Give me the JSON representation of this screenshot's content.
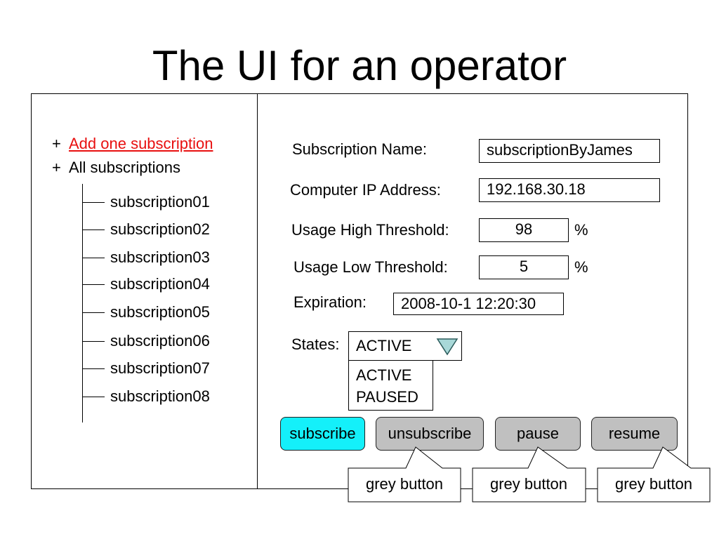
{
  "page": {
    "title": "The UI for an operator"
  },
  "tree": {
    "plus_symbol": "+",
    "add_link": "Add one subscription",
    "all_label": "All subscriptions",
    "items": [
      {
        "label": "subscription01"
      },
      {
        "label": "subscription02"
      },
      {
        "label": "subscription03"
      },
      {
        "label": "subscription04"
      },
      {
        "label": "subscription05"
      },
      {
        "label": "subscription06"
      },
      {
        "label": "subscription07"
      },
      {
        "label": "subscription08"
      }
    ]
  },
  "form": {
    "name_label": "Subscription Name:",
    "name_value": "subscriptionByJames",
    "ip_label": "Computer IP Address:",
    "ip_value": "192.168.30.18",
    "high_label": "Usage High Threshold:",
    "high_value": "98",
    "low_label": "Usage Low Threshold:",
    "low_value": "5",
    "percent": "%",
    "expiration_label": "Expiration:",
    "expiration_value": "2008-10-1 12:20:30",
    "states_label": "States:",
    "state_selected": "ACTIVE",
    "state_options": [
      "ACTIVE",
      "PAUSED"
    ]
  },
  "buttons": {
    "subscribe": "subscribe",
    "unsubscribe": "unsubscribe",
    "pause": "pause",
    "resume": "resume"
  },
  "callouts": [
    "grey button",
    "grey button",
    "grey button"
  ],
  "colors": {
    "link": "#e81010",
    "subscribe_button": "#14f0fa",
    "grey_button": "#c0c0c0",
    "dropdown_arrow": "#a8d8d8"
  },
  "icons": {
    "dropdown": "triangle-down-icon"
  }
}
